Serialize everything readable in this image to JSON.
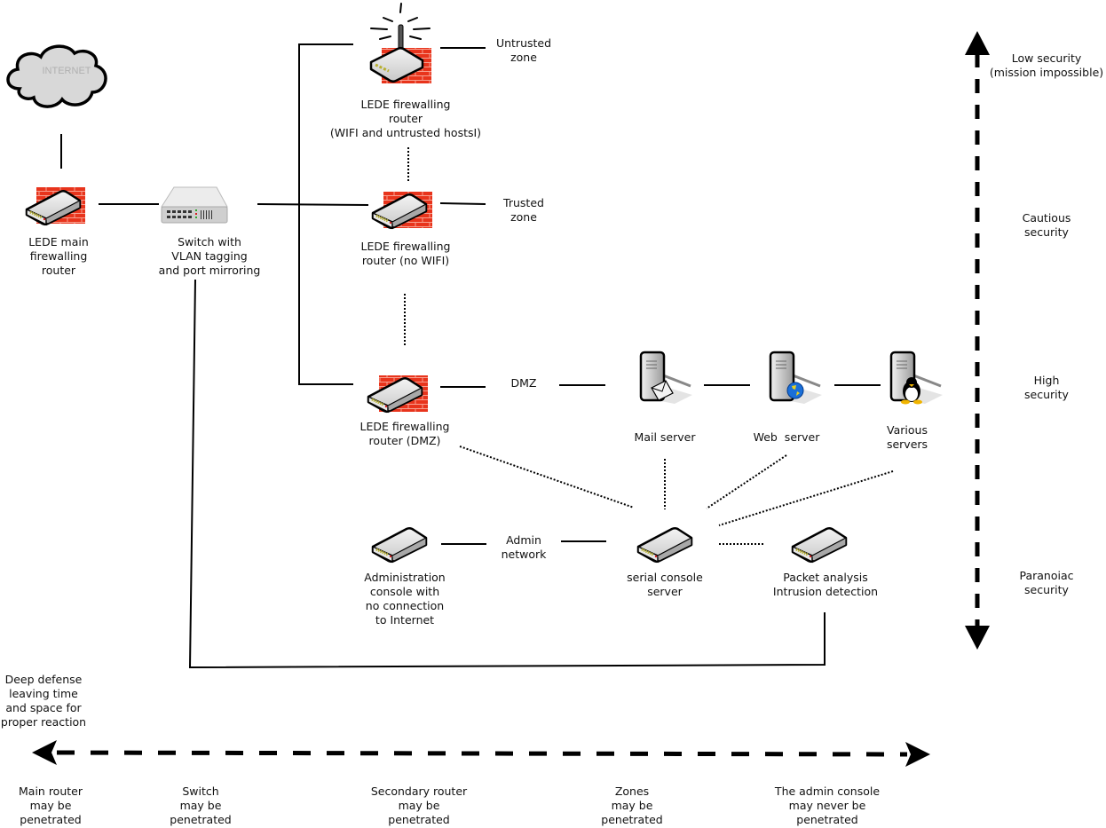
{
  "diagram": {
    "internet": {
      "label": "INTERNET"
    },
    "nodes": {
      "main_router": "LEDE main\nfirewalling\nrouter",
      "switch": "Switch with\nVLAN tagging\nand port mirroring",
      "wifi_router": "LEDE firewalling\nrouter\n(WIFI and untrusted hostsI)",
      "trusted_router": "LEDE firewalling\nrouter (no WIFI)",
      "dmz_router": "LEDE firewalling\nrouter (DMZ)",
      "mail_server": "Mail server",
      "web_server": "Web  server",
      "various_servers": "Various\nservers",
      "admin_console": "Administration\nconsole with\nno connection\nto Internet",
      "serial_console": "serial console\nserver",
      "packet_analysis": "Packet analysis\nIntrusion detection"
    },
    "zones": {
      "untrusted": "Untrusted\nzone",
      "trusted": "Trusted\nzone",
      "dmz": "DMZ",
      "admin": "Admin\nnetwork"
    },
    "security_axis": {
      "low": "Low security\n(mission impossible)",
      "cautious": "Cautious\nsecurity",
      "high": "High\nsecurity",
      "paranoiac": "Paranoiac\nsecurity"
    },
    "defense_axis": {
      "deep_defense": "Deep defense\nleaving time\nand space for\nproper reaction",
      "steps": [
        "Main router\nmay be\npenetrated",
        "Switch\nmay be\npenetrated",
        "Secondary router\nmay be\npenetrated",
        "Zones\nmay be\npenetrated",
        "The admin console\nmay never be\npenetrated"
      ]
    },
    "colors": {
      "firewall_brick": "#e8341c",
      "device_body": "#d9d9d9",
      "switch_body": "#cfcfcf",
      "led_green": "#2fa82f",
      "led_red": "#d42020",
      "globe_blue": "#1a6fd8",
      "tux_yellow": "#f0b400"
    }
  }
}
